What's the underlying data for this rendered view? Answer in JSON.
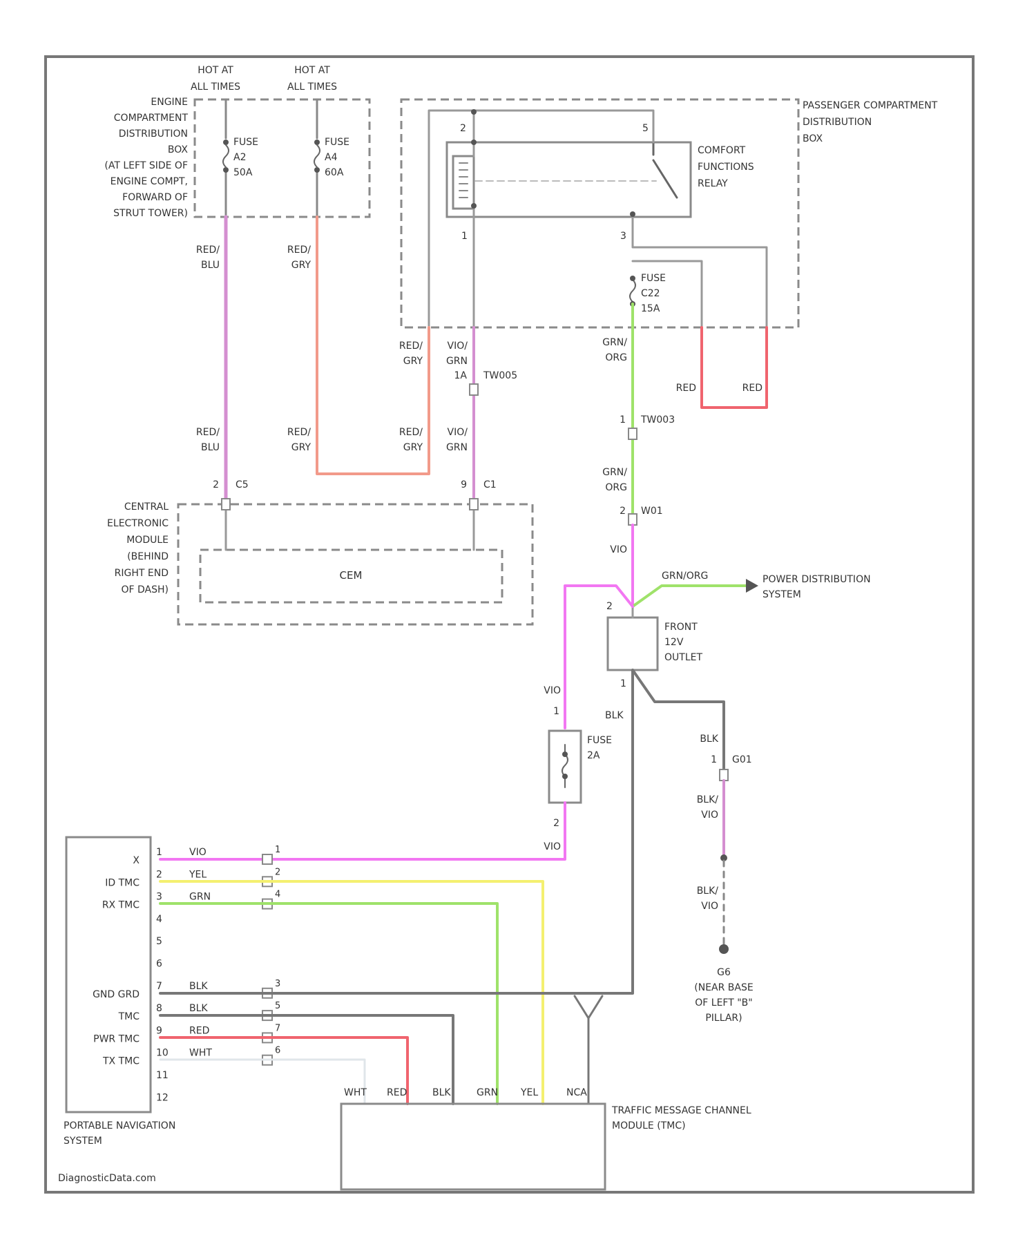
{
  "source": "DiagnosticData.com",
  "colors": {
    "pink": "#f277f2",
    "mauve": "#d48fd0",
    "salmon": "#f29a8a",
    "red": "#f0646e",
    "green": "#9fe26a",
    "yellow": "#f4f070",
    "gray": "#8c8c8c",
    "black": "#777777",
    "white": "#e0e6ea"
  },
  "supply": {
    "hot1": "HOT AT\nALL TIMES",
    "hot2": "HOT AT\nALL TIMES",
    "engine_box": "ENGINE\nCOMPARTMENT\nDISTRIBUTION\nBOX\n(AT LEFT SIDE OF\nENGINE COMPT,\nFORWARD OF\nSTRUT TOWER)",
    "fuse_a": "FUSE\nA2\n50A",
    "fuse_b": "FUSE\nA4\n60A"
  },
  "passenger_box": {
    "title": "PASSENGER COMPARTMENT\nDISTRIBUTION\nBOX",
    "relay": "COMFORT\nFUNCTIONS\nRELAY",
    "fuse": "FUSE\nC22\n15A",
    "pin_tl": "2",
    "pin_tr": "5",
    "pin_bl": "1",
    "pin_br": "3"
  },
  "wires": {
    "red_blu": "RED/\nBLU",
    "red_gry": "RED/\nGRY",
    "vio_grn": "VIO/\nGRN",
    "grn_org": "GRN/\nORG",
    "red": "RED",
    "vio": "VIO",
    "grn_org2": "GRN/ORG",
    "blk": "BLK",
    "blk_vio": "BLK/\nVIO"
  },
  "connectors": {
    "tw005": "TW005",
    "tw003": "TW003",
    "c5": "C5",
    "c1": "C1",
    "w01": "W01",
    "g01": "G01",
    "pin_1a": "1A",
    "pin_2": "2",
    "pin_9": "9",
    "pin_1": "1",
    "pin_1b": "1",
    "pin_3": "3"
  },
  "cem": {
    "title": "CENTRAL\nELECTRONIC\nMODULE\n(BEHIND\nRIGHT END\nOF DASH)",
    "label": "CEM"
  },
  "outlet": {
    "title": "FRONT\n12V\nOUTLET",
    "pin_top": "2",
    "pin_bottom": "1"
  },
  "power_dist": "POWER DISTRIBUTION\nSYSTEM",
  "inline_fuse": {
    "label": "FUSE\n2A",
    "pin_top": "1",
    "pin_bottom": "2"
  },
  "ground": "G6\n(NEAR BASE\nOF LEFT \"B\"\nPILLAR)",
  "nav": {
    "title": "PORTABLE NAVIGATION\nSYSTEM",
    "pins": [
      {
        "num": "1",
        "name": "X",
        "wire": "VIO",
        "cpin": "1"
      },
      {
        "num": "2",
        "name": "ID TMC",
        "wire": "YEL",
        "cpin": "2"
      },
      {
        "num": "3",
        "name": "RX TMC",
        "wire": "GRN",
        "cpin": "4"
      },
      {
        "num": "4",
        "name": "",
        "wire": "",
        "cpin": ""
      },
      {
        "num": "5",
        "name": "",
        "wire": "",
        "cpin": ""
      },
      {
        "num": "6",
        "name": "",
        "wire": "",
        "cpin": ""
      },
      {
        "num": "7",
        "name": "GND GRD",
        "wire": "BLK",
        "cpin": "3"
      },
      {
        "num": "8",
        "name": "TMC",
        "wire": "BLK",
        "cpin": "5"
      },
      {
        "num": "9",
        "name": "PWR TMC",
        "wire": "RED",
        "cpin": "7"
      },
      {
        "num": "10",
        "name": "TX TMC",
        "wire": "WHT",
        "cpin": "6"
      },
      {
        "num": "11",
        "name": "",
        "wire": "",
        "cpin": ""
      },
      {
        "num": "12",
        "name": "",
        "wire": "",
        "cpin": ""
      }
    ]
  },
  "tmc": {
    "title": "TRAFFIC MESSAGE CHANNEL\nMODULE (TMC)",
    "terminals": [
      "WHT",
      "RED",
      "BLK",
      "GRN",
      "YEL",
      "NCA"
    ]
  }
}
